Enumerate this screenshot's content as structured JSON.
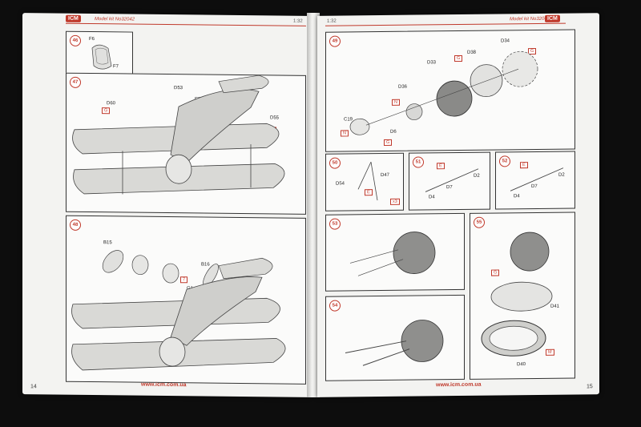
{
  "header": {
    "logo": "ICM",
    "kit_left": "Model kit No32042",
    "kit_right": "Model kit No32042",
    "scale_left": "1:32",
    "scale_right": "1:32"
  },
  "footer": {
    "url_left": "www.icm.com.ua",
    "url_right": "www.icm.com.ua",
    "page_left": "14",
    "page_right": "15"
  },
  "steps": {
    "s46": {
      "num": "46",
      "parts": [
        "F6",
        "F7"
      ]
    },
    "s47": {
      "num": "47",
      "parts": [
        "D60",
        "D53",
        "E5",
        "D55"
      ],
      "tags": [
        "G",
        "G"
      ]
    },
    "s48": {
      "num": "48",
      "parts": [
        "B15",
        "B16",
        "G1"
      ],
      "tags": [
        "7"
      ]
    },
    "s49": {
      "num": "49",
      "parts": [
        "D34",
        "D38",
        "D33",
        "D36",
        "C19",
        "D6"
      ],
      "tags": [
        "G",
        "G",
        "N",
        "N",
        "G"
      ]
    },
    "s50": {
      "num": "50",
      "parts": [
        "D54",
        "D47",
        "E"
      ],
      "tags": [
        "x3"
      ]
    },
    "s51": {
      "num": "51",
      "parts": [
        "E",
        "D2",
        "D7",
        "D4"
      ]
    },
    "s52": {
      "num": "52",
      "parts": [
        "E",
        "D2",
        "D7",
        "D4"
      ]
    },
    "s53": {
      "num": "53"
    },
    "s54": {
      "num": "54"
    },
    "s55": {
      "num": "55",
      "parts": [
        "G",
        "D41",
        "D40"
      ],
      "tags": [
        "M"
      ]
    }
  },
  "colors": {
    "accent": "#c0392b",
    "paper": "#f3f3f1",
    "ink": "#333333",
    "background": "#0d0d0d"
  }
}
